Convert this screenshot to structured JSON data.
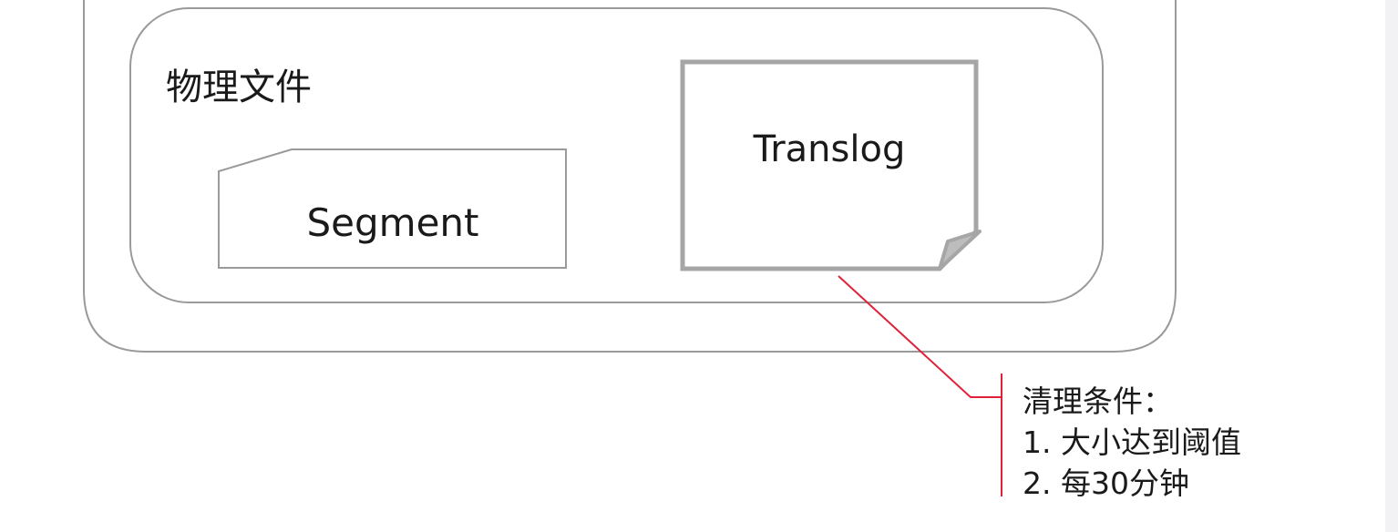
{
  "diagram": {
    "group_title": "物理文件",
    "segment": {
      "label": "Segment"
    },
    "translog": {
      "label": "Translog"
    },
    "note": {
      "title": "清理条件：",
      "items": [
        "1. 大小达到阈值",
        "2. 每30分钟"
      ]
    },
    "colors": {
      "container_border": "#9a9a9a",
      "translog_border": "#a6a6a6",
      "callout_line": "#e0213a",
      "text": "#1a1a1a"
    }
  }
}
